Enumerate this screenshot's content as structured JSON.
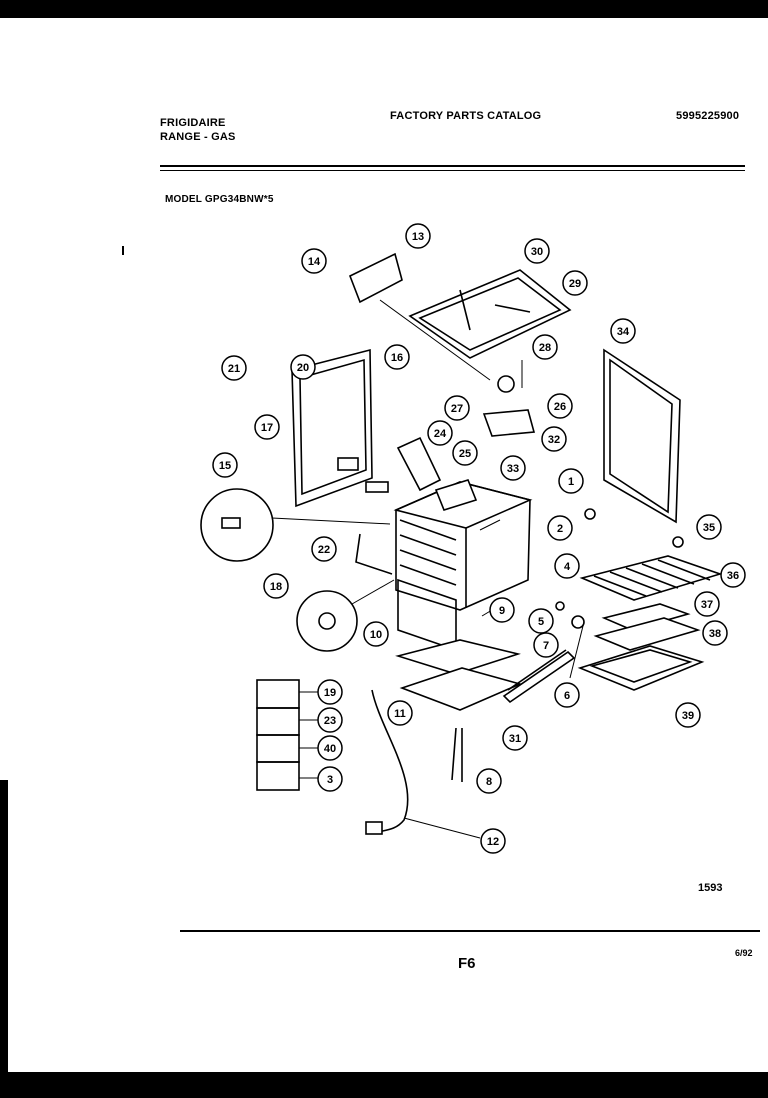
{
  "header": {
    "brand": "FRIGIDAIRE",
    "product": "RANGE - GAS",
    "catalog_title": "FACTORY PARTS CATALOG",
    "catalog_number": "5995225900",
    "model": "MODEL GPG34BNW*5"
  },
  "footer": {
    "drawing_number": "1593",
    "page_label": "F6",
    "date": "6/92"
  },
  "callouts": {
    "c1": "1",
    "c2": "2",
    "c3": "3",
    "c4": "4",
    "c5": "5",
    "c6": "6",
    "c7": "7",
    "c8": "8",
    "c9": "9",
    "c10": "10",
    "c11": "11",
    "c12": "12",
    "c13": "13",
    "c14": "14",
    "c15": "15",
    "c16": "16",
    "c17": "17",
    "c18": "18",
    "c19": "19",
    "c20": "20",
    "c21": "21",
    "c22": "22",
    "c23": "23",
    "c24": "24",
    "c25": "25",
    "c26": "26",
    "c27": "27",
    "c28": "28",
    "c29": "29",
    "c30": "30",
    "c31": "31",
    "c32": "32",
    "c33": "33",
    "c34": "34",
    "c35": "35",
    "c36": "36",
    "c37": "37",
    "c38": "38",
    "c39": "39",
    "c40": "40"
  }
}
